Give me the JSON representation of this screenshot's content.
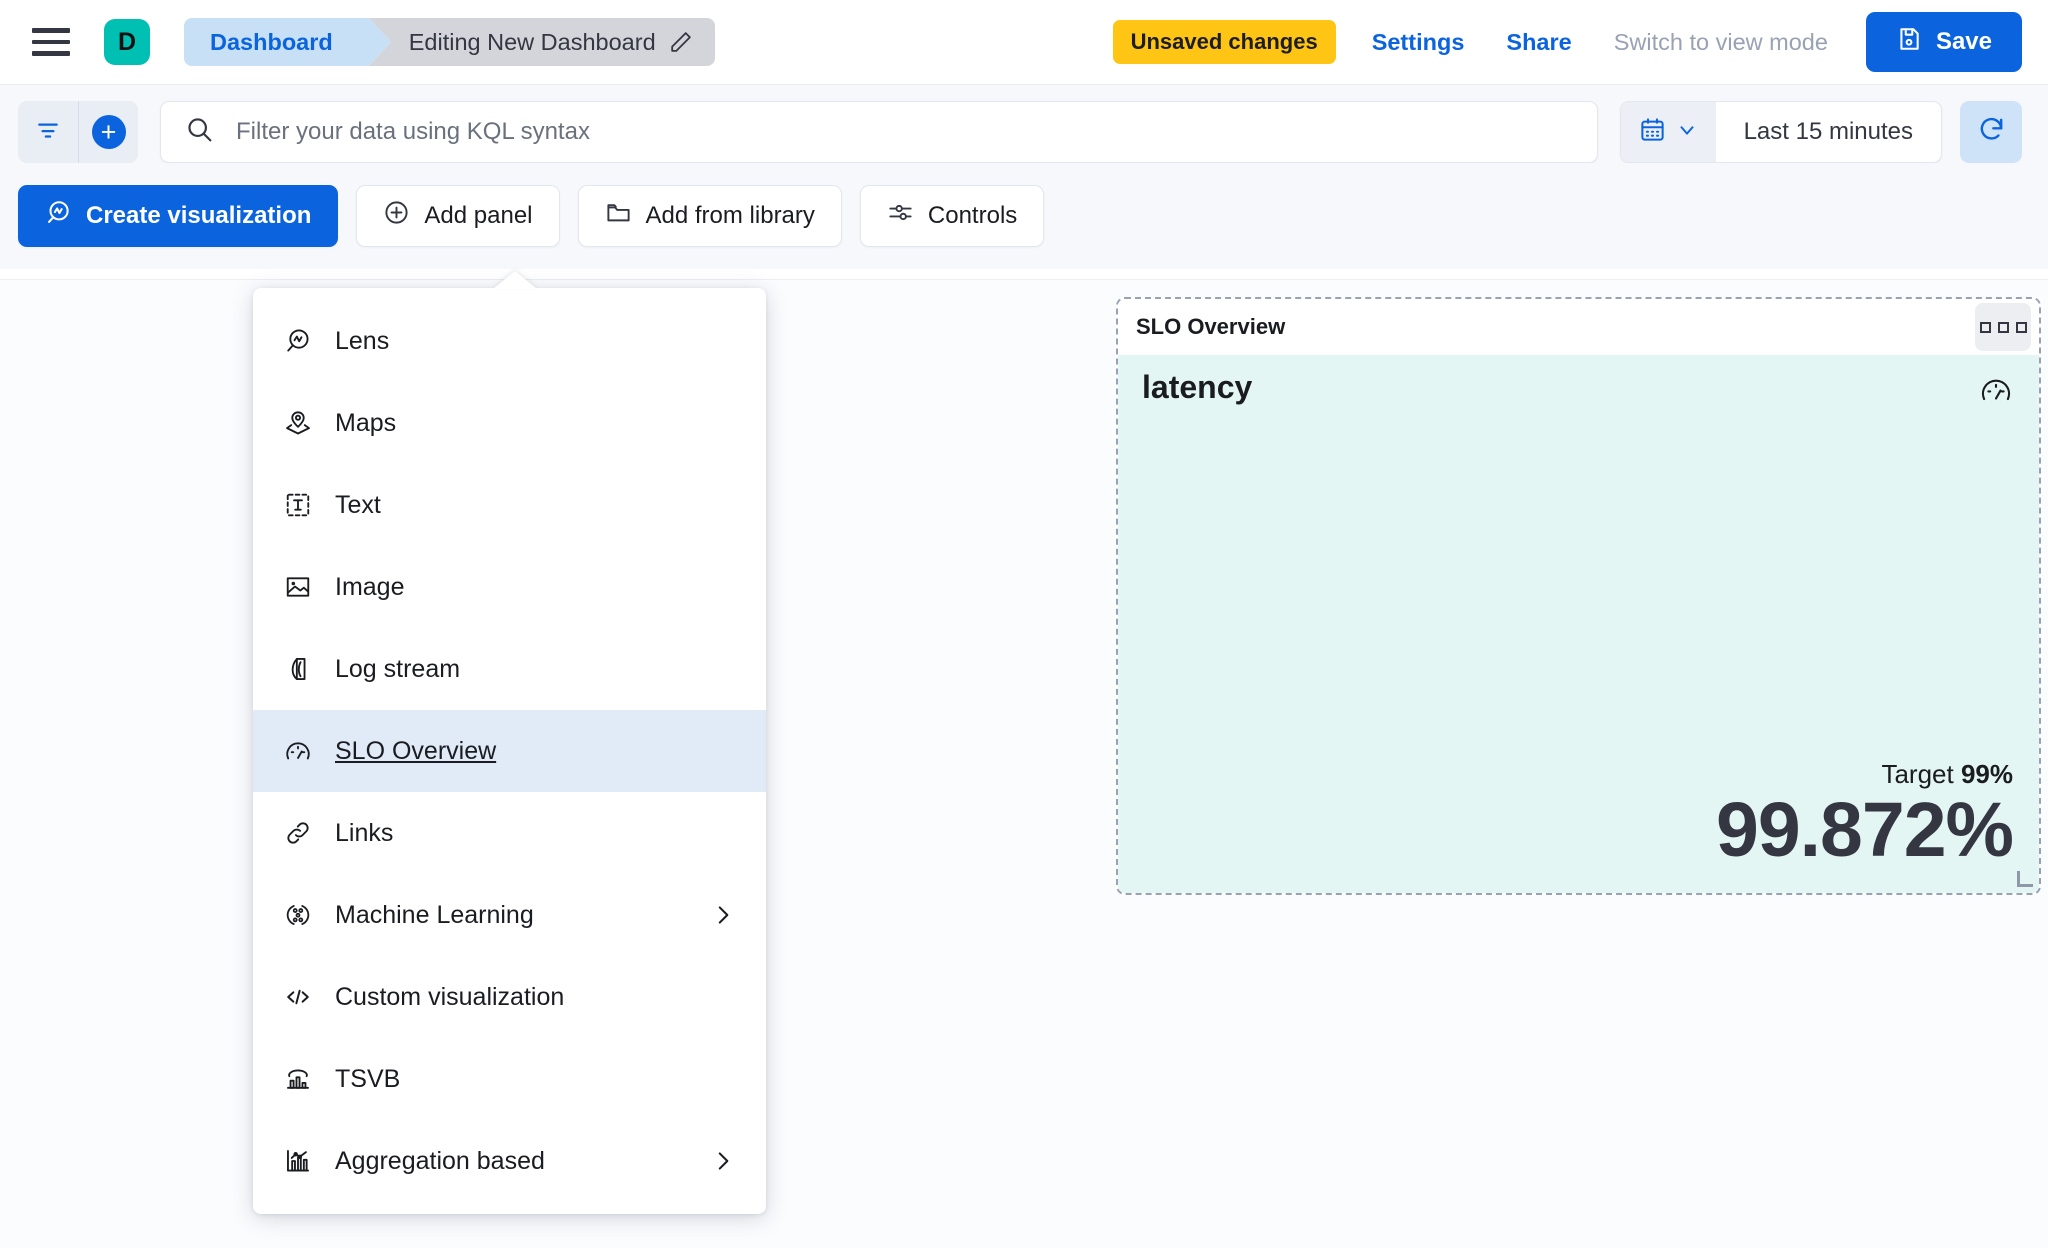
{
  "topnav": {
    "menu_icon": "hamburger-icon",
    "avatar_initial": "D",
    "breadcrumbs": [
      {
        "label": "Dashboard",
        "active": false
      },
      {
        "label": "Editing New Dashboard",
        "active": true
      }
    ],
    "edit_icon": "pencil-icon",
    "unsaved_badge": "Unsaved changes",
    "links": [
      {
        "label": "Settings",
        "muted": false
      },
      {
        "label": "Share",
        "muted": false
      },
      {
        "label": "Switch to view mode",
        "muted": true
      }
    ],
    "save_label": "Save",
    "save_icon": "floppy-disk-icon"
  },
  "querybar": {
    "filter_icon": "filter-icon",
    "add_filter_icon": "circle-plus-icon",
    "search_icon": "search-icon",
    "search_value": "",
    "search_placeholder": "Filter your data using KQL syntax",
    "calendar_icon": "calendar-icon",
    "calendar_chevron": "chevron-down-icon",
    "date_range": "Last 15 minutes",
    "refresh_icon": "refresh-icon"
  },
  "toolbar": {
    "buttons": [
      {
        "label": "Create visualization",
        "icon": "lens-icon",
        "primary": true
      },
      {
        "label": "Add panel",
        "icon": "plus-in-circle-icon",
        "primary": false
      },
      {
        "label": "Add from library",
        "icon": "folder-icon",
        "primary": false
      },
      {
        "label": "Controls",
        "icon": "sliders-icon",
        "primary": false
      }
    ]
  },
  "add_panel_menu": {
    "items": [
      {
        "label": "Lens",
        "icon": "lens-icon",
        "selected": false,
        "submenu": false
      },
      {
        "label": "Maps",
        "icon": "map-marker-icon",
        "selected": false,
        "submenu": false
      },
      {
        "label": "Text",
        "icon": "text-box-icon",
        "selected": false,
        "submenu": false
      },
      {
        "label": "Image",
        "icon": "image-icon",
        "selected": false,
        "submenu": false
      },
      {
        "label": "Log stream",
        "icon": "log-stream-icon",
        "selected": false,
        "submenu": false
      },
      {
        "label": "SLO Overview",
        "icon": "gauge-icon",
        "selected": true,
        "submenu": false
      },
      {
        "label": "Links",
        "icon": "link-icon",
        "selected": false,
        "submenu": false
      },
      {
        "label": "Machine Learning",
        "icon": "machine-learning-icon",
        "selected": false,
        "submenu": true
      },
      {
        "label": "Custom visualization",
        "icon": "code-icon",
        "selected": false,
        "submenu": false
      },
      {
        "label": "TSVB",
        "icon": "tsvb-chart-icon",
        "selected": false,
        "submenu": false
      },
      {
        "label": "Aggregation based",
        "icon": "aggregation-chart-icon",
        "selected": false,
        "submenu": true
      }
    ]
  },
  "slo_panel": {
    "header_title": "SLO Overview",
    "context_menu_icon": "panel-context-menu-icon",
    "slo_name": "latency",
    "gauge_icon": "gauge-icon",
    "target_label": "Target",
    "target_value": "99%",
    "sli_value": "99.872%",
    "resize_handle_icon": "resize-handle-icon"
  },
  "colors": {
    "accent_blue": "#0b64dd",
    "warning_yellow": "#fec514",
    "avatar_teal": "#00bfb3",
    "panel_body_mint": "#e4f6f4",
    "selected_menu_blue": "#e0ebf7"
  }
}
